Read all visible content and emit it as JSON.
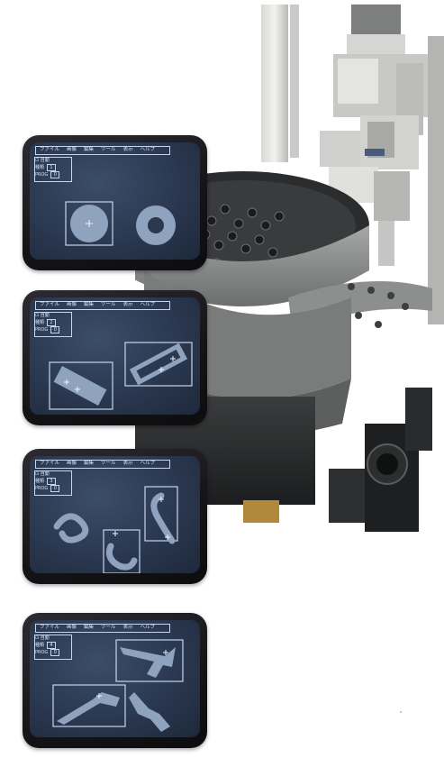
{
  "panels": [
    {
      "menu": [
        "ファイル",
        "画像",
        "編集",
        "ツール",
        "表示",
        "ヘルプ"
      ],
      "mode_label": "自動",
      "rows": [
        {
          "label": "種類",
          "value": "1"
        },
        {
          "label": "PROG",
          "value": "0"
        }
      ],
      "shapes": "round-washer-and-ring"
    },
    {
      "menu": [
        "ファイル",
        "画像",
        "編集",
        "ツール",
        "表示",
        "ヘルプ"
      ],
      "mode_label": "自動",
      "rows": [
        {
          "label": "種類",
          "value": "2"
        },
        {
          "label": "PROG",
          "value": "0"
        }
      ],
      "shapes": "rectangular-plates"
    },
    {
      "menu": [
        "ファイル",
        "画像",
        "編集",
        "ツール",
        "表示",
        "ヘルプ"
      ],
      "mode_label": "自動",
      "rows": [
        {
          "label": "種類",
          "value": "3"
        },
        {
          "label": "PROG",
          "value": "0"
        }
      ],
      "shapes": "curled-springs"
    },
    {
      "menu": [
        "ファイル",
        "画像",
        "編集",
        "ツール",
        "表示",
        "ヘルプ"
      ],
      "mode_label": "自動",
      "rows": [
        {
          "label": "種類",
          "value": "4"
        },
        {
          "label": "PROG",
          "value": "0"
        }
      ],
      "shapes": "bent-levers"
    }
  ],
  "colors": {
    "screen_bg": "#2a3850",
    "line": "#c7d4ea",
    "part_fill": "#8fa3bf",
    "bowl_metal": "#9a9c9a"
  }
}
